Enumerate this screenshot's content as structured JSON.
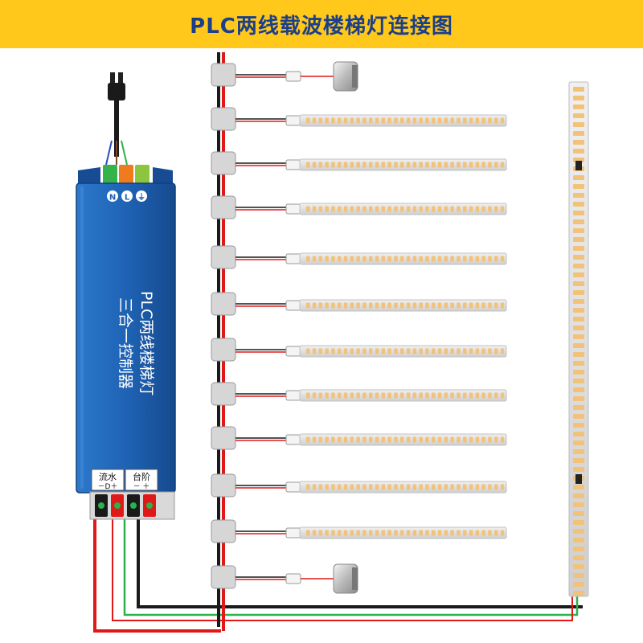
{
  "title": "PLC两线载波楼梯灯连接图",
  "controller": {
    "name_line1": "PLC两线楼梯灯",
    "name_line2": "三合一控制器",
    "input_labels": [
      "N",
      "L",
      "⏚"
    ],
    "flow_label": "流水",
    "flow_terms": "－D＋",
    "step_label": "台阶",
    "step_terms": "－ ＋"
  },
  "colors": {
    "title_bg": "#ffc81a",
    "title_text": "#1b3f8a",
    "controller_body": "#1f63b5",
    "wire_red": "#e01818",
    "wire_black": "#1a1a1a",
    "wire_green": "#2bb24a",
    "led_color": "#f2c27a"
  }
}
